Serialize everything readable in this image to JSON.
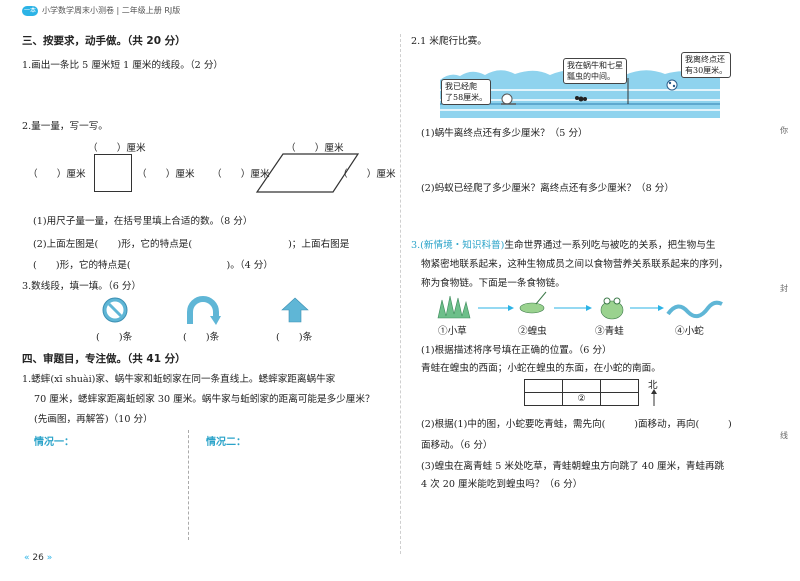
{
  "header": {
    "badge": "一本",
    "title": "小学数学周末小测卷",
    "grade": "二年级上册 RJ版"
  },
  "left": {
    "section3_title": "三、按要求，动手做。（共 20 分）",
    "q1": "1.画出一条比 5 厘米短 1 厘米的线段。（2 分）",
    "q2": "2.量一量，写一写。",
    "blank_cm": "（　　）厘米",
    "q2_1": "(1)用尺子量一量，在括号里填上合适的数。（8 分）",
    "q2_2a": "(2)上面左图是(　　)形，它的特点是(　　　　　　　　　　)；上面右图是",
    "q2_2b": "(　　)形，它的特点是(　　　　　　　　　　)。（4 分）",
    "q3": "3.数线段，填一填。（6 分）",
    "tiao": "(　　)条",
    "section4_title": "四、审题目，专注做。（共 41 分）",
    "q4_l1": "1.蟋蟀(xī shuài)家、蜗牛家和蚯蚓家在同一条直线上。蟋蟀家距离蜗牛家",
    "q4_l2": "70 厘米，蟋蟀家距离蚯蚓家 30 厘米。蜗牛家与蚯蚓家的距离可能是多少厘米？",
    "q4_l3": "(先画图，再解答)（10 分）",
    "case1": "情况一：",
    "case2": "情况二：",
    "page_number": "26"
  },
  "right": {
    "q_race": "2.1 米爬行比赛。",
    "bubble_snail": "我已经爬\n了58厘米。",
    "bubble_ant": "我在蜗牛和七星\n瓢虫的中间。",
    "bubble_ladybug": "我离终点还\n有30厘米。",
    "race_1": "(1)蜗牛离终点还有多少厘米？（5 分）",
    "race_2": "(2)蚂蚁已经爬了多少厘米？离终点还有多少厘米？（8 分）",
    "q3_tag": "3.(新情境・知识科普)",
    "q3_l1": "生命世界通过一系列吃与被吃的关系，把生物与生",
    "q3_l2": "物紧密地联系起来，这种生物成员之间以食物营养关系联系起来的序列，",
    "q3_l3": "称为食物链。下面是一条食物链。",
    "chain": [
      "①小草",
      "②蝗虫",
      "③青蛙",
      "④小蛇"
    ],
    "sub1": "(1)根据描述将序号填在正确的位置。（6 分）",
    "sub1_desc": "青蛙在蝗虫的西面；小蛇在蝗虫的东面，在小蛇的南面。",
    "grid_mark": "②",
    "north": "北",
    "sub2a": "(2)根据(1)中的图，小蛇要吃青蛙，需先向(　　　)面移动，再向(　　　)",
    "sub2b": "面移动。（6 分）",
    "sub3a": "(3)蝗虫在离青蛙 5 米处吃草，青蛙朝蝗虫方向跳了 40 厘米，青蛙再跳",
    "sub3b": "4 次 20 厘米能吃到蝗虫吗？（6 分）",
    "margin_ni": "你",
    "margin_feng": "封",
    "margin_xian": "线"
  },
  "colors": {
    "accent": "#2bb3e6",
    "water": "#8fd3ee"
  }
}
